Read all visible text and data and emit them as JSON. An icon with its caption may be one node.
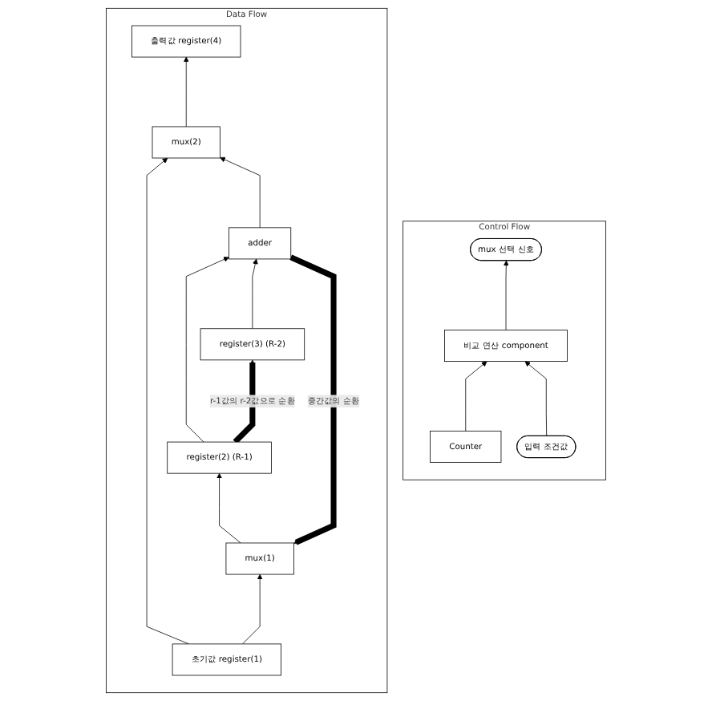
{
  "diagram": {
    "nodes": [
      {
        "text": [
          "Control Flow"
        ]
      },
      {
        "text": [
          "mux 선택 신호"
        ],
        "in": 0
      },
      {
        "text": [
          "비교 연산 component"
        ],
        "in": 0
      },
      {
        "text": [
          "Counter"
        ],
        "in": 0
      },
      {
        "text": [
          "입력 조건값"
        ],
        "in": 0
      },
      {
        "text": [
          "Data Flow"
        ]
      },
      {
        "text": [
          "출력값 register(4)"
        ],
        "in": 5
      },
      {
        "text": [
          "mux(2)"
        ],
        "in": 5
      },
      {
        "text": [
          "adder"
        ],
        "in": 5
      },
      {
        "text": [
          "register(2) (R-1)"
        ],
        "in": 5
      },
      {
        "text": [
          "mux(1)"
        ],
        "in": 5
      },
      {
        "text": [
          "register(3) (R-2)"
        ],
        "in": 5
      },
      {
        "text": [
          "초기값 register(1)"
        ],
        "in": 5
      }
    ],
    "edges": [
      {
        "from": 2,
        "to": 1,
        "arrow": "to"
      },
      {
        "from": 3,
        "to": 2,
        "arrow": "to"
      },
      {
        "from": 4,
        "to": 2,
        "arrow": "to"
      },
      {
        "from": 7,
        "to": 6,
        "arrow": "to"
      },
      {
        "from": 12,
        "to": 7,
        "arrow": "to"
      },
      {
        "from": 8,
        "to": 7,
        "arrow": "to"
      },
      {
        "from": 8,
        "to": 10,
        "arrow": "to",
        "label": "중간값의 순환",
        "style": "thick"
      },
      {
        "from": 9,
        "to": 8,
        "arrow": "to"
      },
      {
        "from": 11,
        "to": 8,
        "arrow": "to"
      },
      {
        "from": 10,
        "to": 9,
        "arrow": "to"
      },
      {
        "from": 9,
        "to": 11,
        "arrow": "to",
        "label": "r-1값의 r-2값으로 순환",
        "style": "thick"
      },
      {
        "from": 12,
        "to": 10,
        "arrow": "to"
      }
    ]
  }
}
